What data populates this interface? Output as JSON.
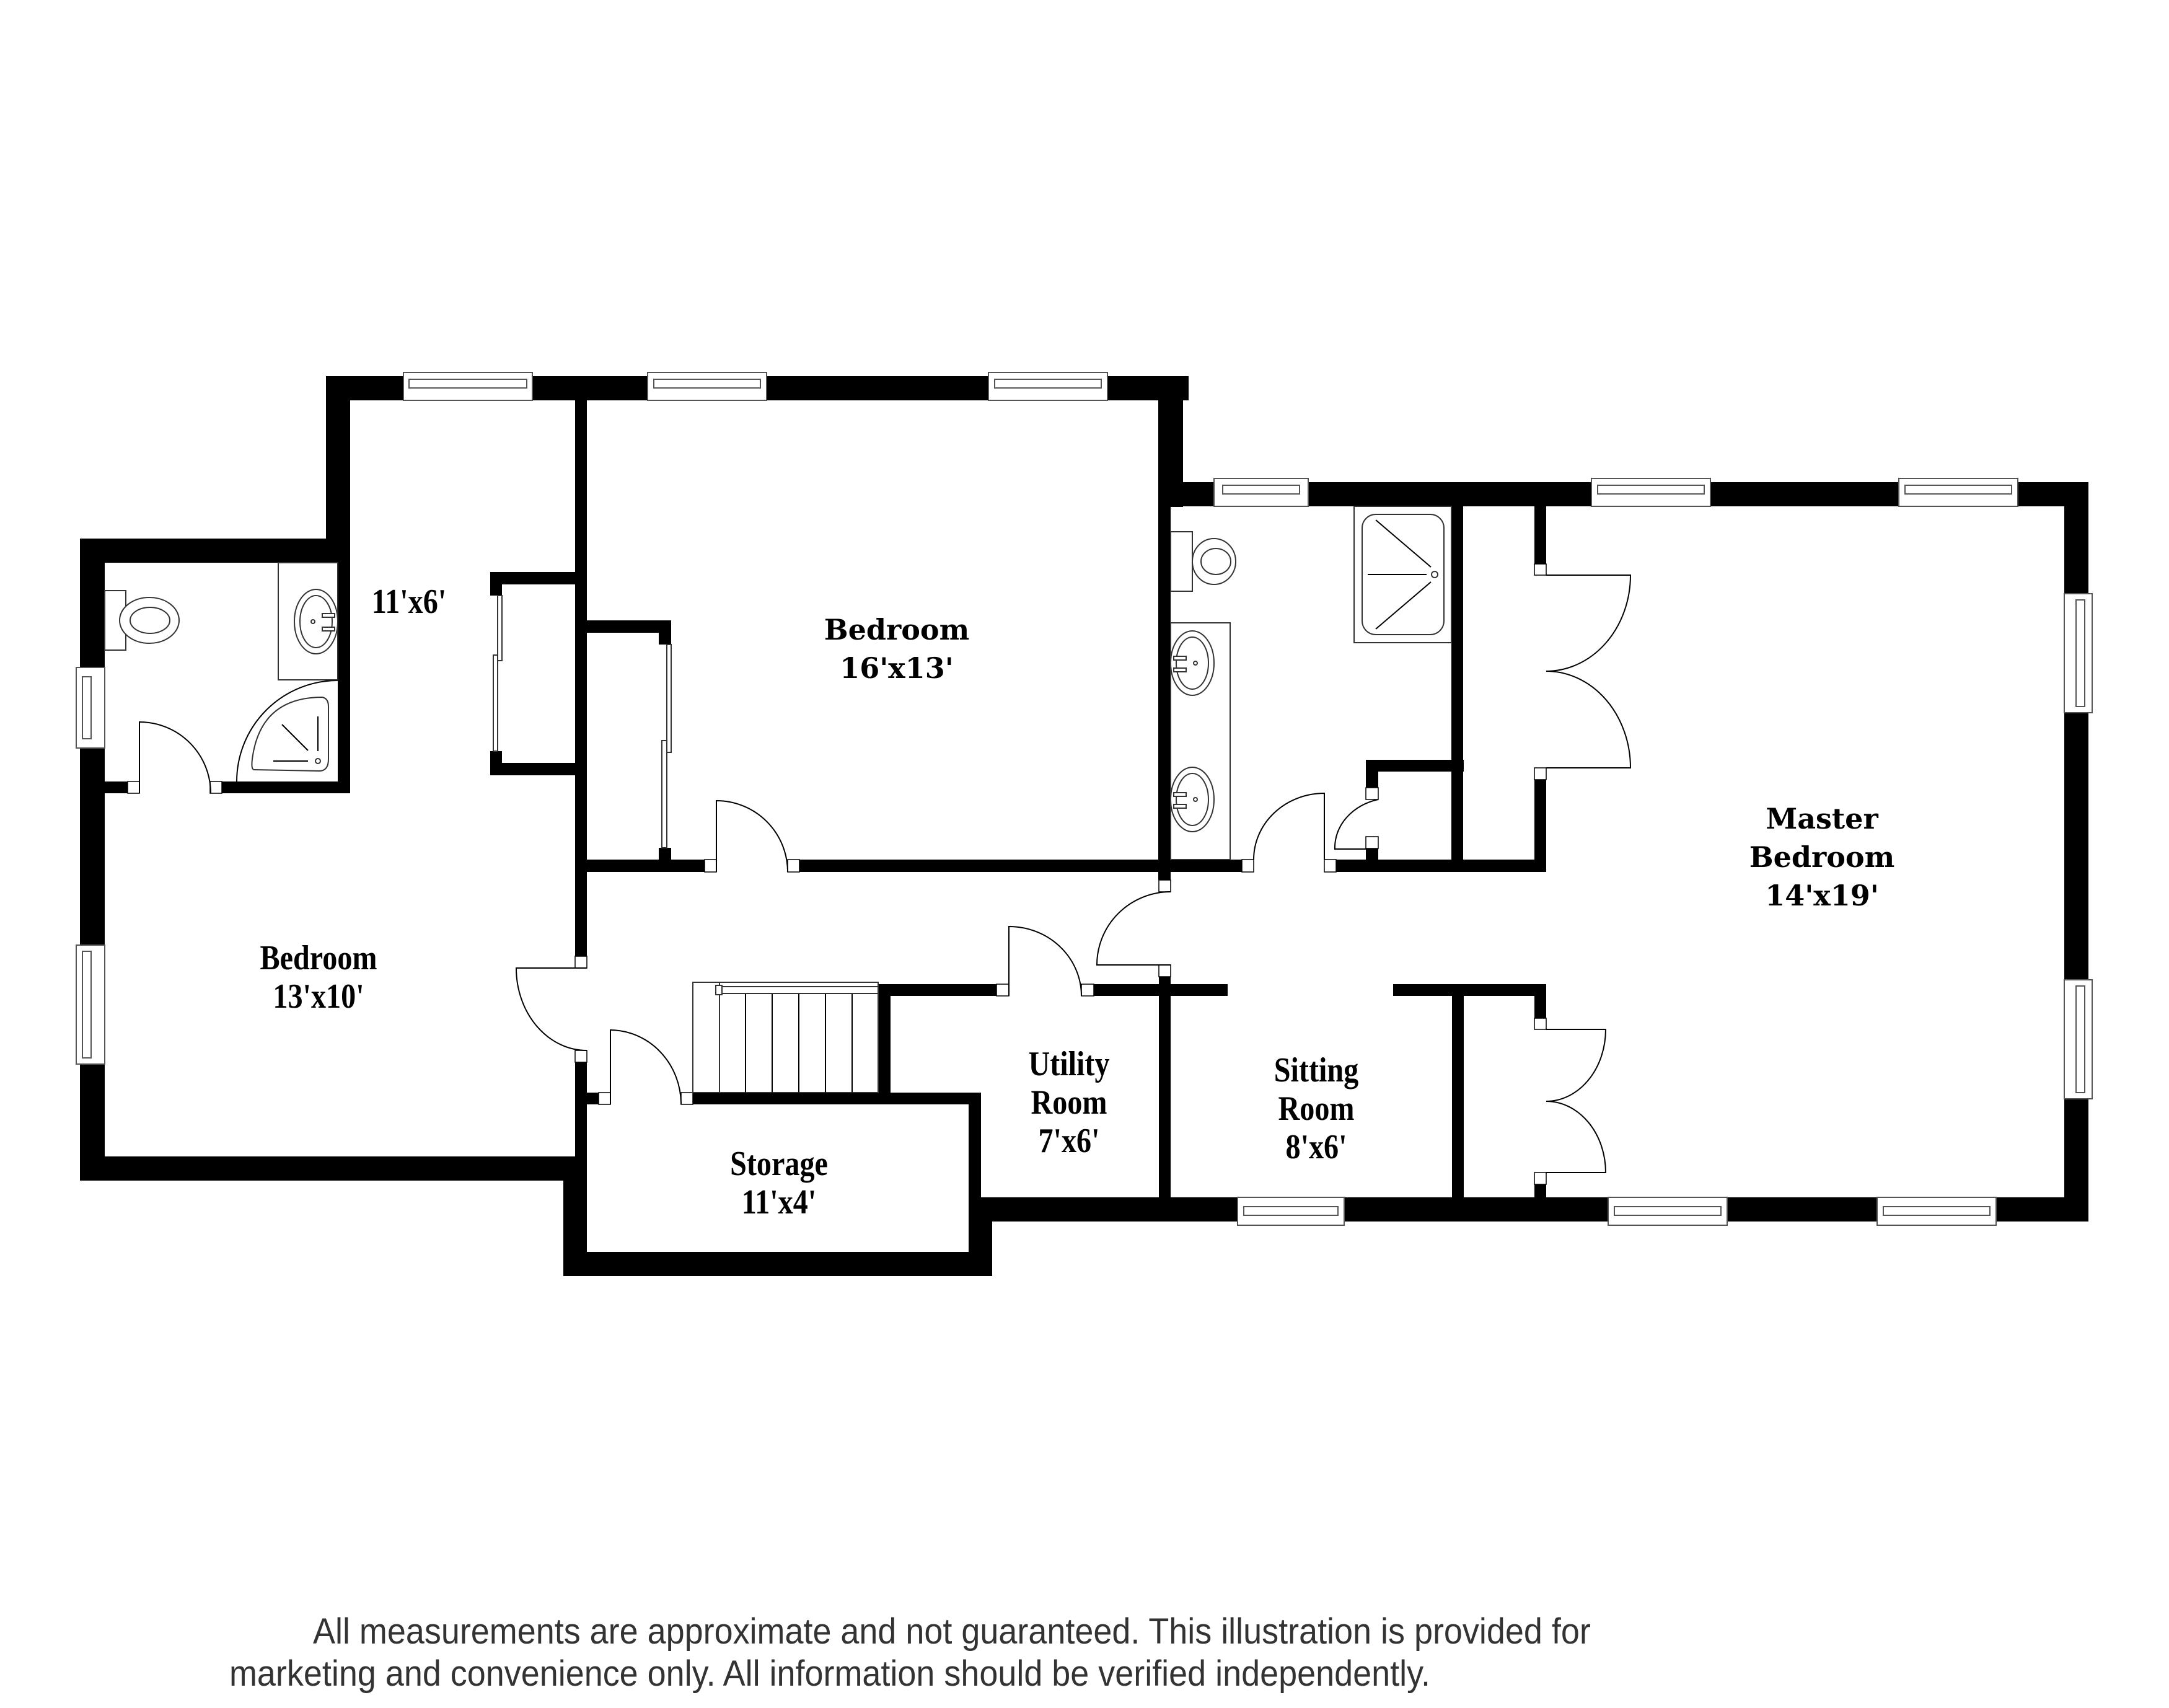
{
  "floor_plan": {
    "rooms": [
      {
        "id": "bedroom-left",
        "name": "Bedroom",
        "size": "13'x10'"
      },
      {
        "id": "hall-upper",
        "name": "",
        "size": "11'x6'"
      },
      {
        "id": "bedroom-center",
        "name": "Bedroom",
        "size": "16'x13'"
      },
      {
        "id": "master-bedroom",
        "name_line1": "Master",
        "name_line2": "Bedroom",
        "size": "14'x19'"
      },
      {
        "id": "utility-room",
        "name_line1": "Utility",
        "name_line2": "Room",
        "size": "7'x6'"
      },
      {
        "id": "sitting-room",
        "name_line1": "Sitting",
        "name_line2": "Room",
        "size": "8'x6'"
      },
      {
        "id": "storage",
        "name": "Storage",
        "size": "11'x4'"
      }
    ],
    "colors": {
      "wall": "#000000",
      "background": "#ffffff",
      "disclaimer_text": "#333333"
    }
  },
  "disclaimer": {
    "line1": "All measurements are approximate and not guaranteed. This illustration is provided for",
    "line2": "marketing and convenience only. All information should be verified independently."
  }
}
